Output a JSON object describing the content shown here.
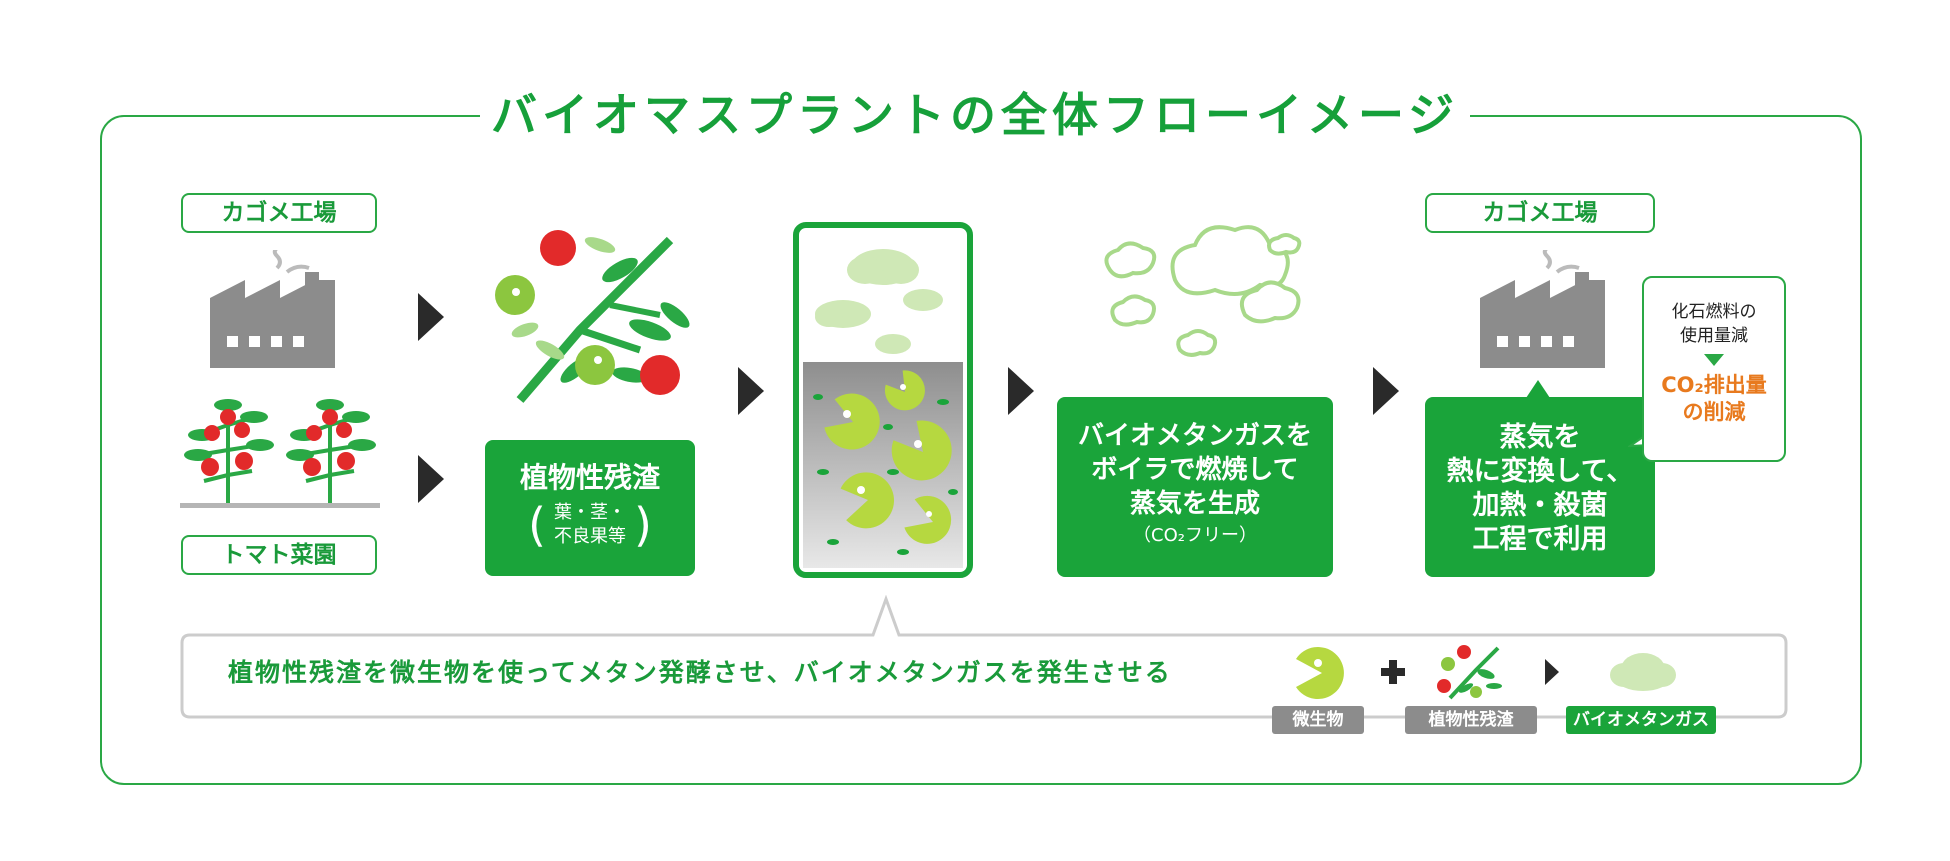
{
  "title": "バイオマスプラントの全体フローイメージ",
  "labels": {
    "factory_left": "カゴメ工場",
    "farm": "トマト菜園",
    "factory_right": "カゴメ工場"
  },
  "boxes": {
    "residue": {
      "main": "植物性残渣",
      "sub_line1": "葉・茎・",
      "sub_line2": "不良果等"
    },
    "biogas": {
      "line1": "バイオメタンガスを",
      "line2": "ボイラで燃焼して",
      "line3": "蒸気を生成",
      "line4": "（CO₂フリー）"
    },
    "steam": {
      "line1": "蒸気を",
      "line2": "熱に変換して、",
      "line3": "加熱・殺菌",
      "line4": "工程で利用"
    }
  },
  "note": {
    "line1": "化石燃料の",
    "line2": "使用量減",
    "line3": "CO₂排出量",
    "line4": "の削減"
  },
  "bottom": {
    "text": "植物性残渣を微生物を使ってメタン発酵させ、バイオメタンガスを発生させる",
    "tag_microbe": "微生物",
    "tag_residue": "植物性残渣",
    "tag_biogas": "バイオメタンガス"
  },
  "colors": {
    "brand_green": "#1aa43a",
    "light_green": "#a8d98a",
    "orange": "#e87a1e",
    "tomato_red": "#e22a2a",
    "gray": "#8c8c8c"
  }
}
